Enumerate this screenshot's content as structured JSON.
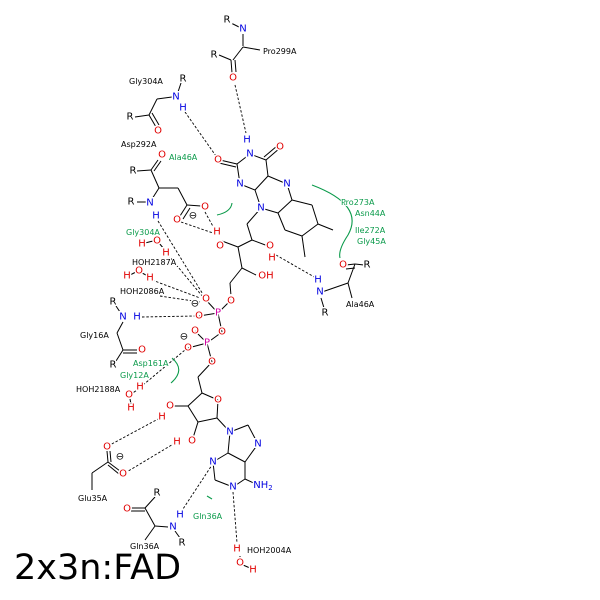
{
  "title": "2x3n:FAD",
  "colors": {
    "O": "#e00000",
    "N": "#0000e0",
    "H": "#e00000",
    "HN": "#0000e0",
    "P": "#d000a0",
    "C": "#000000",
    "R": "#000000",
    "interaction": "#0a9a4a"
  },
  "atoms": {
    "O": "O",
    "N": "N",
    "H": "H",
    "P": "P",
    "R": "R",
    "charge": "⊖",
    "OH": "OH",
    "NH": "NH",
    "sub2": "2"
  },
  "residues": {
    "pro299a": "Pro299A",
    "gly304a": "Gly304A",
    "asp292a": "Asp292A",
    "hoh2187a": "HOH2187A",
    "hoh2086a": "HOH2086A",
    "gly16a": "Gly16A",
    "hoh2188a": "HOH2188A",
    "ala46a": "Ala46A",
    "glu35a": "Glu35A",
    "gln36a": "Gln36A",
    "hoh2004a": "HOH2004A"
  },
  "hydrophobic": {
    "ala46a": "Ala46A",
    "gly304a": "Gly304A",
    "pro273a": "Pro273A",
    "asn44a": "Asn44A",
    "ile272a": "Ile272A",
    "gly45a": "Gly45A",
    "asp161a": "Asp161A",
    "gly12a": "Gly12A",
    "gln36a": "Gln36A"
  }
}
